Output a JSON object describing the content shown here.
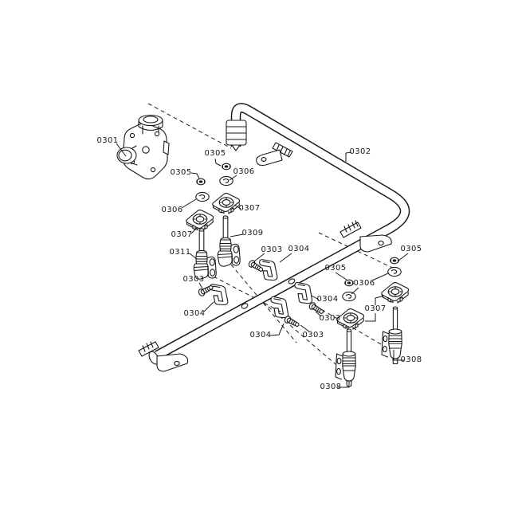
{
  "diagram": {
    "bg_color": "#ffffff",
    "line_color": "#1a1a1a",
    "text_color": "#161616",
    "part_numbers_visible": [
      "0301",
      "0302",
      "0303",
      "0304",
      "0305",
      "0306",
      "0307",
      "0308",
      "0309",
      "0311"
    ],
    "labels": [
      {
        "text": "0301"
      },
      {
        "text": "0302"
      },
      {
        "text": "0305"
      },
      {
        "text": "0305"
      },
      {
        "text": "0306"
      },
      {
        "text": "0306"
      },
      {
        "text": "0307"
      },
      {
        "text": "0307"
      },
      {
        "text": "0309"
      },
      {
        "text": "0311"
      },
      {
        "text": "0303"
      },
      {
        "text": "0304"
      },
      {
        "text": "0303"
      },
      {
        "text": "0304"
      },
      {
        "text": "0304"
      },
      {
        "text": "0303"
      },
      {
        "text": "0304"
      },
      {
        "text": "0303"
      },
      {
        "text": "0305"
      },
      {
        "text": "0305"
      },
      {
        "text": "0306"
      },
      {
        "text": "0307"
      },
      {
        "text": "0308"
      },
      {
        "text": "0308"
      }
    ]
  }
}
